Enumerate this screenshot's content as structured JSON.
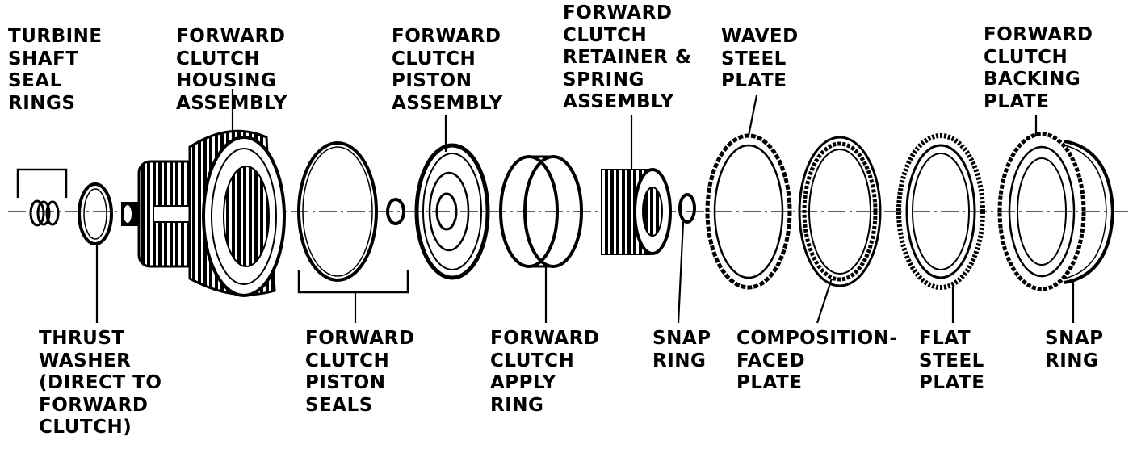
{
  "labels": {
    "turbine_shaft_seal_rings": "TURBINE\nSHAFT\nSEAL\nRINGS",
    "forward_clutch_housing_assembly": "FORWARD\nCLUTCH\nHOUSING\nASSEMBLY",
    "forward_clutch_piston_assembly": "FORWARD\nCLUTCH\nPISTON\nASSEMBLY",
    "forward_clutch_retainer_spring_assembly": "FORWARD\nCLUTCH\nRETAINER &\nSPRING\nASSEMBLY",
    "waved_steel_plate": "WAVED\nSTEEL\nPLATE",
    "forward_clutch_backing_plate": "FORWARD\nCLUTCH\nBACKING\nPLATE",
    "thrust_washer": "THRUST\nWASHER\n(DIRECT TO\nFORWARD\nCLUTCH)",
    "forward_clutch_piston_seals": "FORWARD\nCLUTCH\nPISTON\nSEALS",
    "forward_clutch_apply_ring": "FORWARD\nCLUTCH\nAPPLY\nRING",
    "snap_ring_1": "SNAP\nRING",
    "composition_faced_plate": "COMPOSITION-\nFACED\nPLATE",
    "flat_steel_plate": "FLAT\nSTEEL\nPLATE",
    "snap_ring_2": "SNAP\nRING"
  },
  "colors": {
    "ink": "#000000",
    "paper": "#ffffff"
  }
}
